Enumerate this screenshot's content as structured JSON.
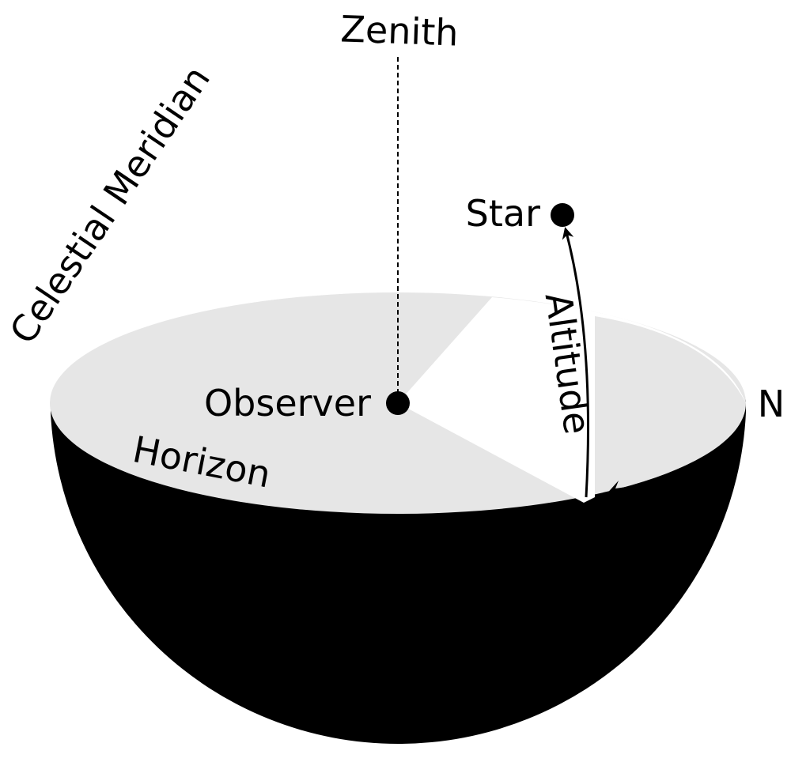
{
  "labels": {
    "zenith": "Zenith",
    "celestial_meridian": "Celestial Meridian",
    "star": "Star",
    "altitude": "Altitude",
    "observer": "Observer",
    "horizon": "Horizon",
    "north": "N"
  },
  "colors": {
    "background": "#ffffff",
    "horizon_plane": "#e6e6e6",
    "hemisphere": "#000000",
    "ink": "#000000"
  }
}
